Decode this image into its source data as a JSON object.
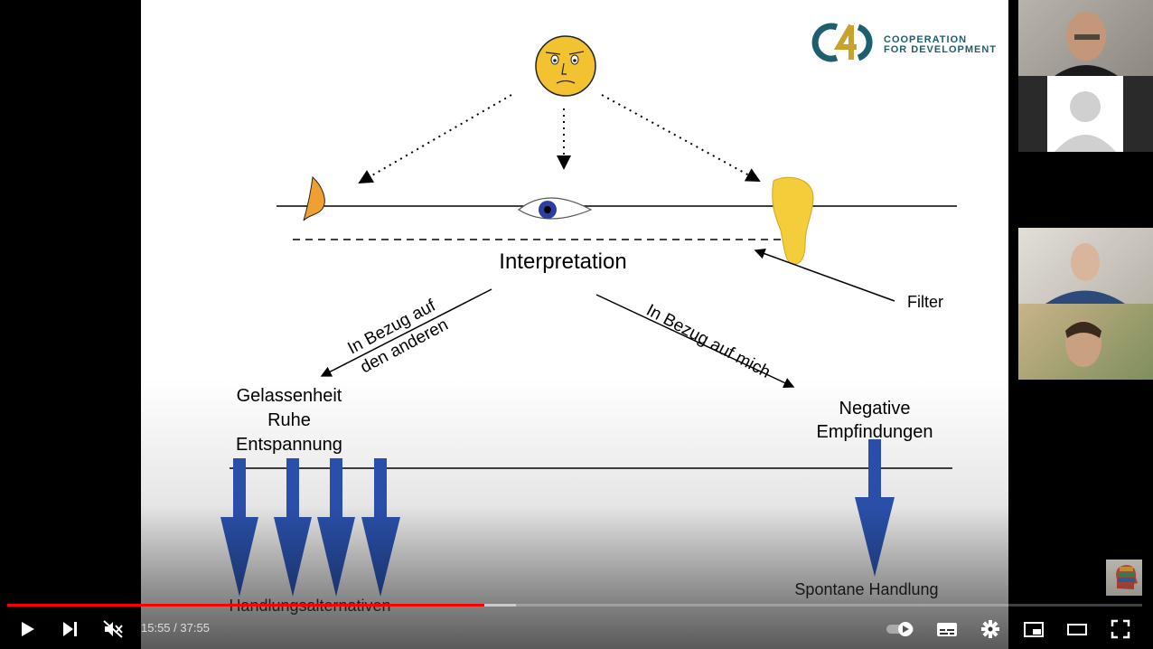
{
  "logo": {
    "line1": "COOPERATION",
    "line2": "FOR DEVELOPMENT",
    "mark": "C4D"
  },
  "slide": {
    "interpretation": "Interpretation",
    "filter": "Filter",
    "left_branch": [
      "In Bezug auf",
      "den anderen"
    ],
    "right_branch": "In Bezug auf mich",
    "left_states": [
      "Gelassenheit",
      "Ruhe",
      "Entspannung"
    ],
    "right_states": [
      "Negative",
      "Empfindungen"
    ],
    "left_result": "Handlungsalternativen",
    "right_result": "Spontane Handlung"
  },
  "player": {
    "current_time": "15:55",
    "separator": " / ",
    "duration": "37:55",
    "progress_fraction": 0.42,
    "buffered_fraction": 0.448,
    "colors": {
      "played": "#ff0000",
      "arrow": "#2a4fa8",
      "logo_teal": "#1e5f6e",
      "logo_gold": "#c9a22b"
    },
    "icons": [
      "play-icon",
      "next-icon",
      "mute-icon",
      "autoplay-toggle-icon",
      "subtitles-icon",
      "settings-gear-icon",
      "miniplayer-icon",
      "theater-mode-icon",
      "fullscreen-icon"
    ]
  }
}
